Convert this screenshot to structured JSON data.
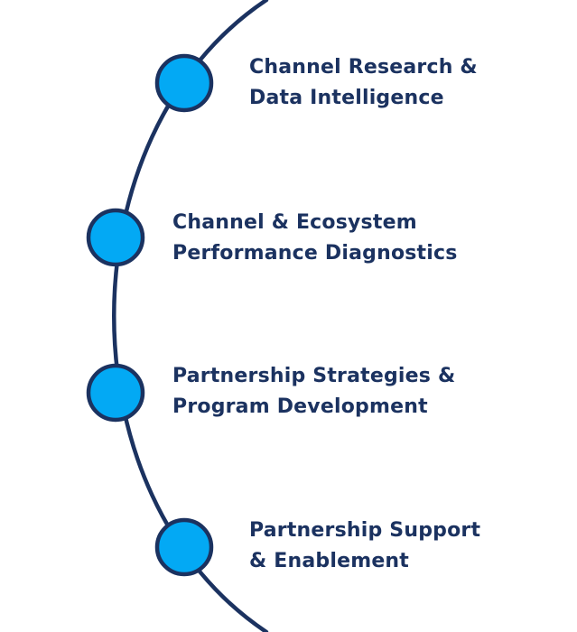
{
  "colors": {
    "line": "#1b3260",
    "node_fill": "#03a9f4",
    "text": "#1b3260"
  },
  "items": [
    {
      "line1": "Channel Research &",
      "line2": "Data Intelligence"
    },
    {
      "line1": "Channel & Ecosystem",
      "line2": "Performance Diagnostics"
    },
    {
      "line1": "Partnership Strategies &",
      "line2": "Program Development"
    },
    {
      "line1": "Partnership Support",
      "line2": "& Enablement"
    }
  ]
}
